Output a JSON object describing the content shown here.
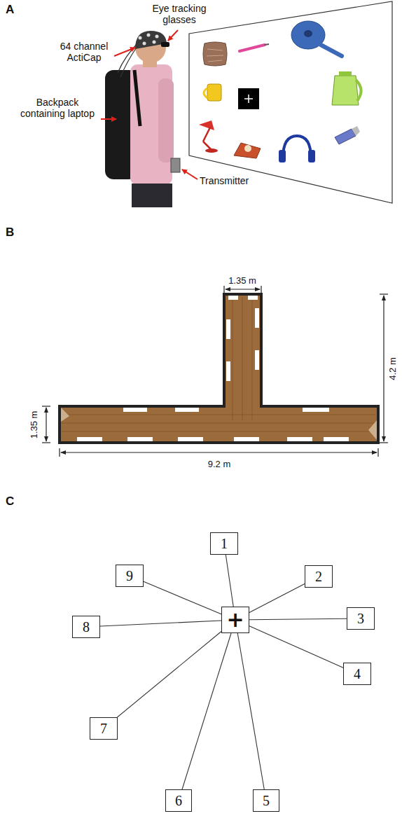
{
  "diagram": {
    "nodes": [
      {
        "text": [
          "+"
        ]
      },
      {
        "text": [
          "1"
        ]
      },
      {
        "text": [
          "2"
        ]
      },
      {
        "text": [
          "3"
        ]
      },
      {
        "text": [
          "4"
        ]
      },
      {
        "text": [
          "5"
        ]
      },
      {
        "text": [
          "6"
        ]
      },
      {
        "text": [
          "7"
        ]
      },
      {
        "text": [
          "8"
        ]
      },
      {
        "text": [
          "9"
        ]
      }
    ],
    "edges": [
      {
        "from": 0,
        "to": 1,
        "arrow": "none"
      },
      {
        "from": 0,
        "to": 2,
        "arrow": "none"
      },
      {
        "from": 0,
        "to": 3,
        "arrow": "none"
      },
      {
        "from": 0,
        "to": 4,
        "arrow": "none"
      },
      {
        "from": 0,
        "to": 5,
        "arrow": "none"
      },
      {
        "from": 0,
        "to": 6,
        "arrow": "none"
      },
      {
        "from": 0,
        "to": 7,
        "arrow": "none"
      },
      {
        "from": 0,
        "to": 8,
        "arrow": "none"
      },
      {
        "from": 0,
        "to": 9,
        "arrow": "none"
      }
    ],
    "labels": [
      "A",
      "64 channel ActiCap",
      "Eye tracking glasses",
      "Backpack containing laptop",
      "Transmitter",
      "B",
      "1.35 m",
      "4.2 m",
      "1.35 m",
      "9.2 m",
      "C"
    ]
  }
}
